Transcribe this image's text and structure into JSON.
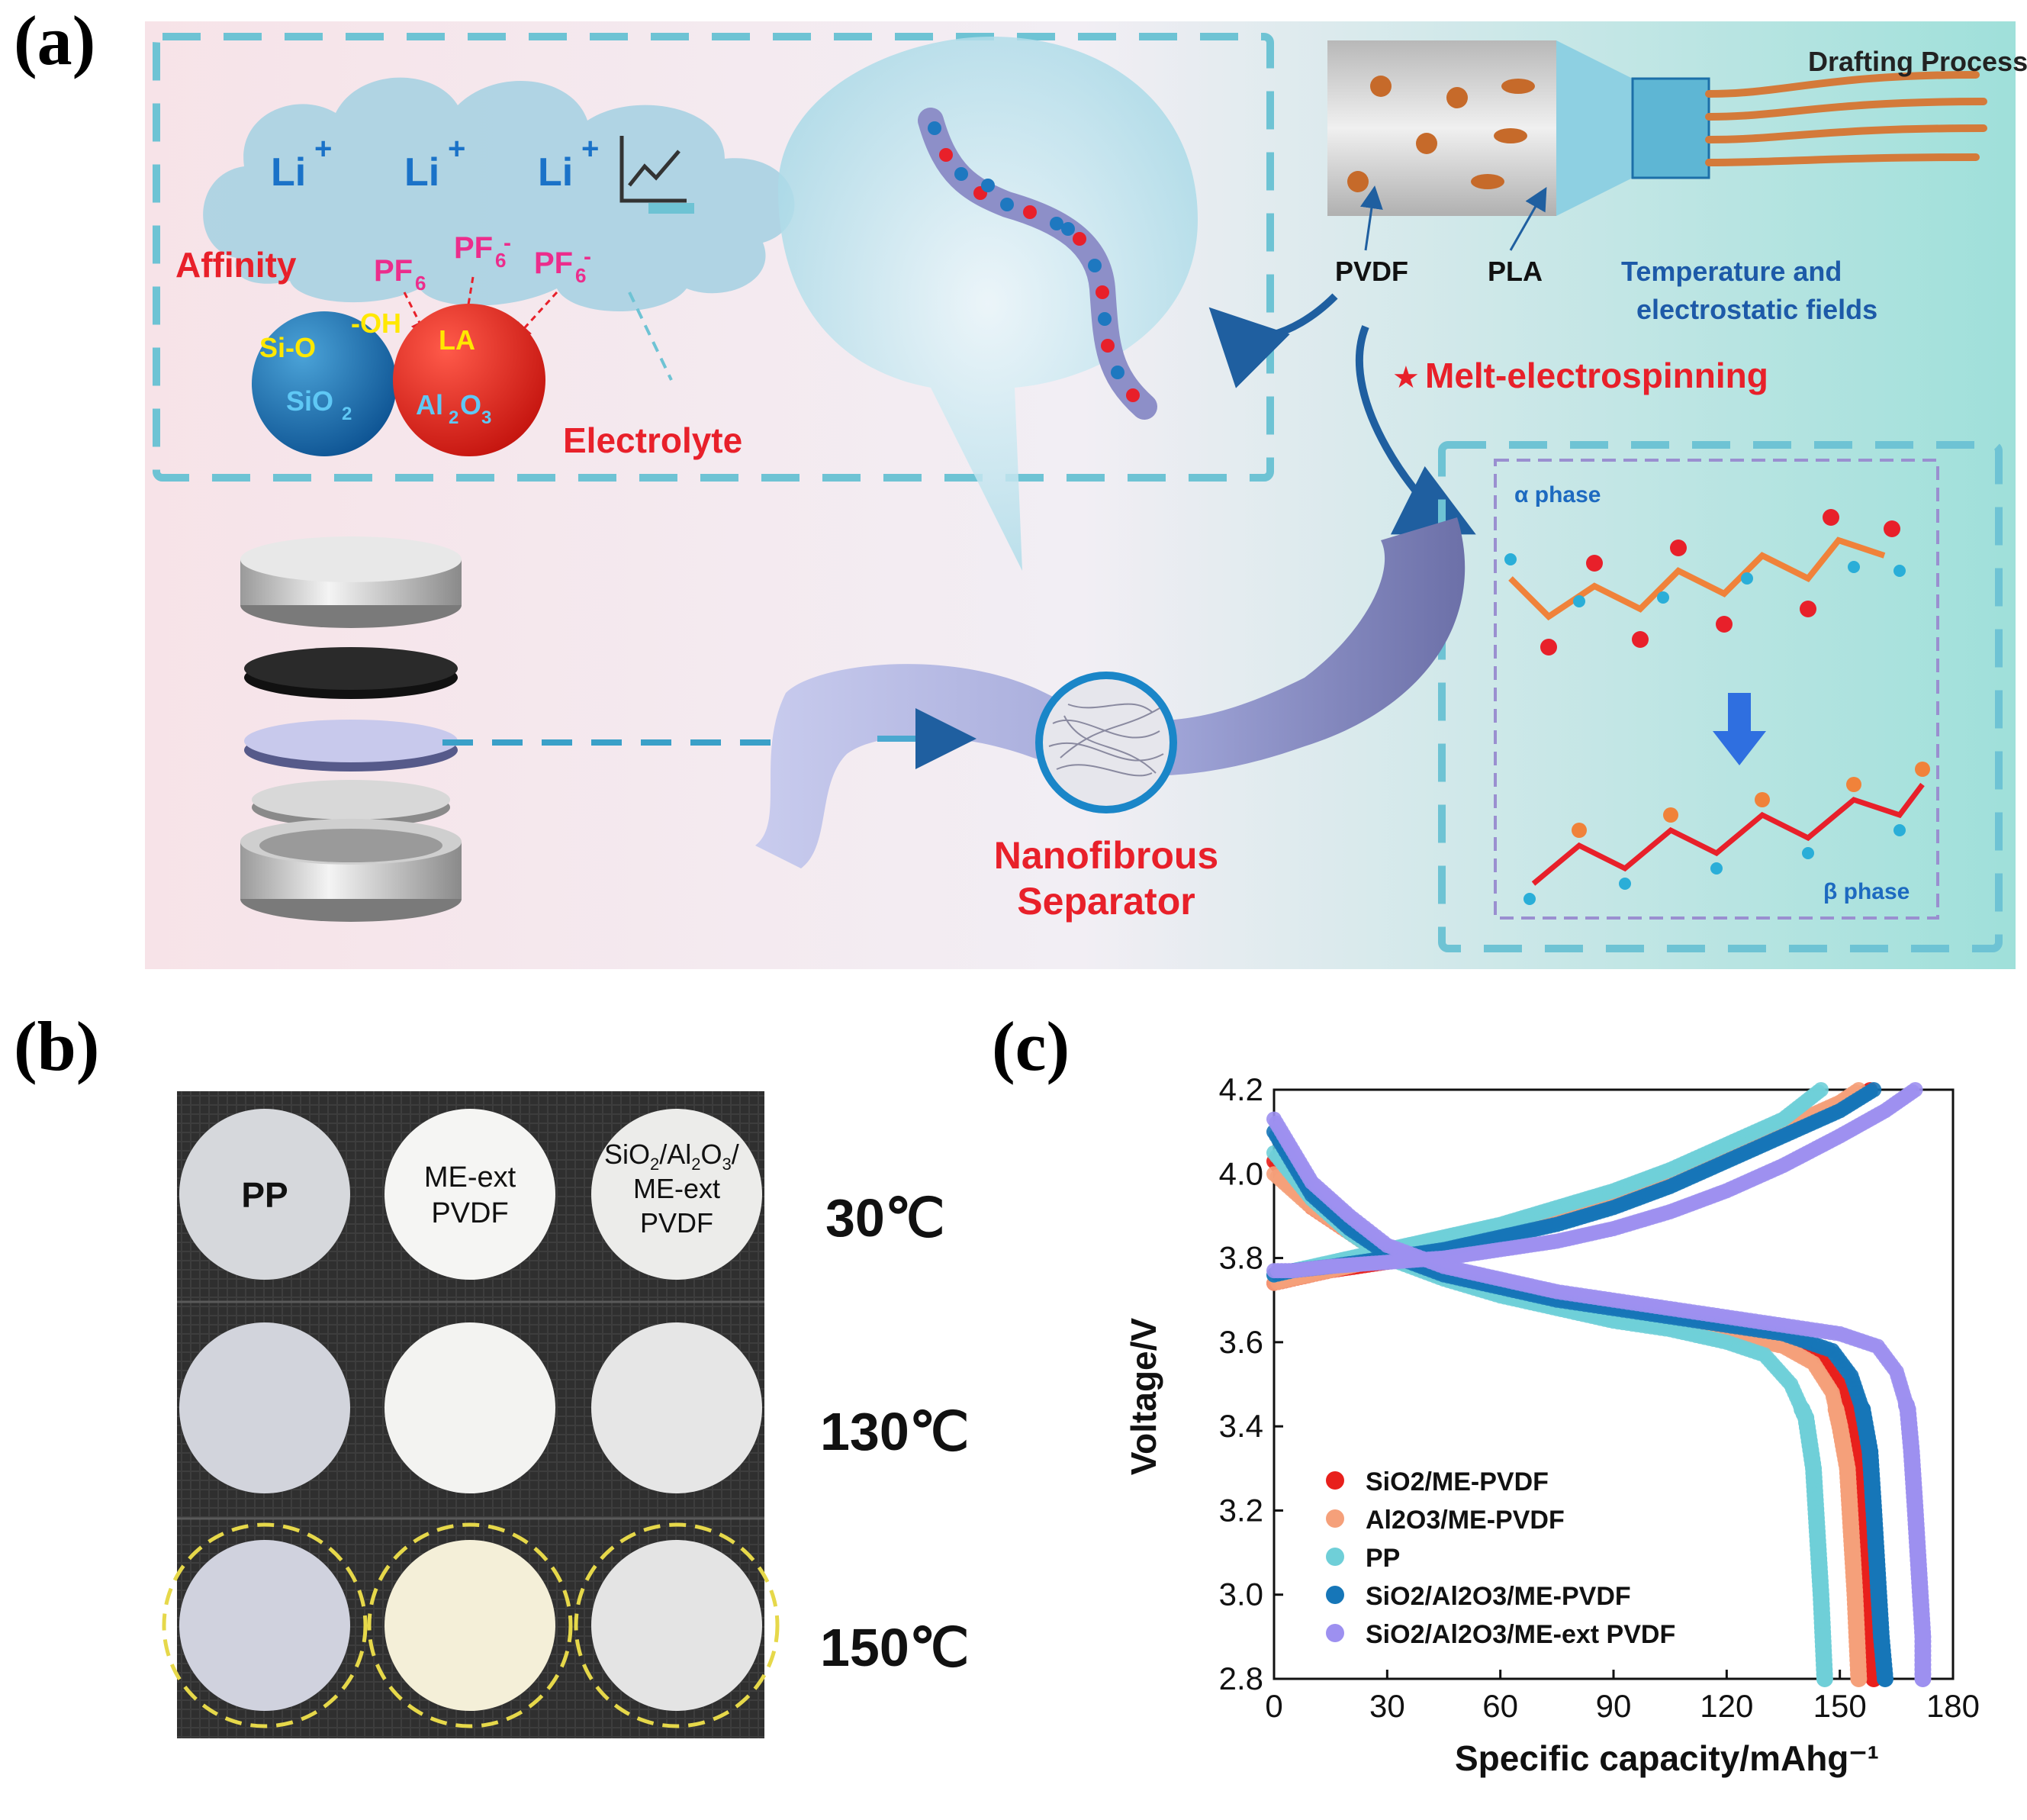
{
  "panel_a": {
    "letter": "(a)",
    "li_label": "Li",
    "li_plus": "+",
    "affinity": "Affinity",
    "pf6_1": "PF",
    "pf6_sub": "6",
    "pf6_sup": "-",
    "oh": "-OH",
    "sio": "Si-O",
    "sio2_base": "SiO",
    "sub2": "2",
    "la": "LA",
    "al_base": "Al",
    "o_base": "O",
    "sub3": "3",
    "electrolyte": "Electrolyte",
    "drafting": "Drafting Process",
    "pvdf": "PVDF",
    "pla": "PLA",
    "temp_line1": "Temperature and",
    "temp_line2": "electrostatic fields",
    "melt_star": "★",
    "melt": "Melt-electrospinning",
    "alpha": "α phase",
    "beta": "β phase",
    "nano_line1": "Nanofibrous",
    "nano_line2": "Separator"
  },
  "panel_b": {
    "letter": "(b)",
    "labels": {
      "pp": "PP",
      "me_ext_1": "ME-ext",
      "me_ext_2": "PVDF",
      "sioal_1": "SiO",
      "sioal_sub2": "2",
      "sioal_mid": "/Al",
      "sioal_sub2b": "2",
      "sioal_o": "O",
      "sioal_sub3": "3",
      "sioal_end": "/",
      "sioal_2": "ME-ext",
      "sioal_3": "PVDF"
    },
    "temps": [
      "30℃",
      "130℃",
      "150℃"
    ]
  },
  "panel_c": {
    "letter": "(c)"
  },
  "chart_data": {
    "type": "scatter",
    "xlabel": "Specific capacity/mAhg⁻¹",
    "ylabel": "Voltage/V",
    "xlim": [
      0,
      180
    ],
    "ylim": [
      2.8,
      4.2
    ],
    "xticks": [
      "0",
      "30",
      "60",
      "90",
      "120",
      "150",
      "180"
    ],
    "yticks": [
      "2.8",
      "3.0",
      "3.2",
      "3.4",
      "3.6",
      "3.8",
      "4.0",
      "4.2"
    ],
    "legend_position": "bottom-left",
    "series": [
      {
        "name": "SiO2/ME-PVDF",
        "color": "#e8201c",
        "charge": [
          [
            0,
            3.74
          ],
          [
            5,
            3.75
          ],
          [
            15,
            3.77
          ],
          [
            30,
            3.79
          ],
          [
            45,
            3.82
          ],
          [
            60,
            3.85
          ],
          [
            75,
            3.89
          ],
          [
            90,
            3.93
          ],
          [
            105,
            3.98
          ],
          [
            120,
            4.04
          ],
          [
            135,
            4.1
          ],
          [
            150,
            4.16
          ],
          [
            158,
            4.2
          ]
        ],
        "discharge": [
          [
            0,
            4.03
          ],
          [
            10,
            3.92
          ],
          [
            20,
            3.86
          ],
          [
            30,
            3.8
          ],
          [
            45,
            3.76
          ],
          [
            60,
            3.72
          ],
          [
            75,
            3.69
          ],
          [
            90,
            3.67
          ],
          [
            105,
            3.65
          ],
          [
            120,
            3.62
          ],
          [
            135,
            3.6
          ],
          [
            145,
            3.56
          ],
          [
            150,
            3.5
          ],
          [
            153,
            3.44
          ],
          [
            155,
            3.36
          ],
          [
            156,
            3.25
          ],
          [
            157,
            3.1
          ],
          [
            158,
            2.95
          ],
          [
            159,
            2.8
          ]
        ]
      },
      {
        "name": "Al2O3/ME-PVDF",
        "color": "#f5a07a",
        "charge": [
          [
            0,
            3.74
          ],
          [
            5,
            3.75
          ],
          [
            15,
            3.77
          ],
          [
            30,
            3.8
          ],
          [
            45,
            3.82
          ],
          [
            60,
            3.86
          ],
          [
            75,
            3.89
          ],
          [
            90,
            3.94
          ],
          [
            105,
            3.99
          ],
          [
            120,
            4.05
          ],
          [
            135,
            4.11
          ],
          [
            150,
            4.17
          ],
          [
            155,
            4.2
          ]
        ],
        "discharge": [
          [
            0,
            4.0
          ],
          [
            10,
            3.92
          ],
          [
            20,
            3.86
          ],
          [
            30,
            3.8
          ],
          [
            45,
            3.76
          ],
          [
            60,
            3.72
          ],
          [
            75,
            3.69
          ],
          [
            90,
            3.67
          ],
          [
            105,
            3.65
          ],
          [
            120,
            3.62
          ],
          [
            135,
            3.59
          ],
          [
            143,
            3.55
          ],
          [
            148,
            3.48
          ],
          [
            150,
            3.4
          ],
          [
            152,
            3.3
          ],
          [
            153,
            3.15
          ],
          [
            154,
            3.0
          ],
          [
            155,
            2.8
          ]
        ]
      },
      {
        "name": "PP",
        "color": "#6fcfd8",
        "charge": [
          [
            0,
            3.76
          ],
          [
            5,
            3.77
          ],
          [
            15,
            3.79
          ],
          [
            30,
            3.82
          ],
          [
            45,
            3.85
          ],
          [
            60,
            3.88
          ],
          [
            75,
            3.92
          ],
          [
            90,
            3.96
          ],
          [
            105,
            4.01
          ],
          [
            120,
            4.07
          ],
          [
            135,
            4.13
          ],
          [
            145,
            4.2
          ]
        ],
        "discharge": [
          [
            0,
            4.05
          ],
          [
            10,
            3.94
          ],
          [
            20,
            3.86
          ],
          [
            30,
            3.8
          ],
          [
            45,
            3.75
          ],
          [
            60,
            3.71
          ],
          [
            75,
            3.68
          ],
          [
            90,
            3.65
          ],
          [
            105,
            3.63
          ],
          [
            120,
            3.6
          ],
          [
            130,
            3.57
          ],
          [
            137,
            3.5
          ],
          [
            141,
            3.42
          ],
          [
            143,
            3.3
          ],
          [
            144,
            3.15
          ],
          [
            145,
            3.0
          ],
          [
            146,
            2.8
          ]
        ]
      },
      {
        "name": "SiO2/Al2O3/ME-PVDF",
        "color": "#1676b8",
        "charge": [
          [
            0,
            3.76
          ],
          [
            5,
            3.77
          ],
          [
            15,
            3.78
          ],
          [
            30,
            3.8
          ],
          [
            45,
            3.82
          ],
          [
            60,
            3.85
          ],
          [
            75,
            3.88
          ],
          [
            90,
            3.92
          ],
          [
            105,
            3.97
          ],
          [
            120,
            4.03
          ],
          [
            135,
            4.09
          ],
          [
            150,
            4.15
          ],
          [
            159,
            4.2
          ]
        ],
        "discharge": [
          [
            0,
            4.1
          ],
          [
            10,
            3.95
          ],
          [
            20,
            3.87
          ],
          [
            30,
            3.81
          ],
          [
            45,
            3.76
          ],
          [
            60,
            3.73
          ],
          [
            75,
            3.7
          ],
          [
            90,
            3.68
          ],
          [
            105,
            3.66
          ],
          [
            120,
            3.64
          ],
          [
            135,
            3.62
          ],
          [
            148,
            3.58
          ],
          [
            153,
            3.52
          ],
          [
            156,
            3.44
          ],
          [
            158,
            3.34
          ],
          [
            159,
            3.2
          ],
          [
            160,
            3.05
          ],
          [
            161,
            2.9
          ],
          [
            162,
            2.8
          ]
        ]
      },
      {
        "name": "SiO2/Al2O3/ME-ext PVDF",
        "color": "#9d90f0",
        "charge": [
          [
            0,
            3.77
          ],
          [
            5,
            3.77
          ],
          [
            15,
            3.78
          ],
          [
            30,
            3.79
          ],
          [
            45,
            3.8
          ],
          [
            60,
            3.82
          ],
          [
            75,
            3.84
          ],
          [
            90,
            3.87
          ],
          [
            105,
            3.91
          ],
          [
            120,
            3.96
          ],
          [
            135,
            4.02
          ],
          [
            150,
            4.09
          ],
          [
            162,
            4.15
          ],
          [
            170,
            4.2
          ]
        ],
        "discharge": [
          [
            0,
            4.13
          ],
          [
            10,
            3.98
          ],
          [
            20,
            3.9
          ],
          [
            30,
            3.83
          ],
          [
            45,
            3.78
          ],
          [
            60,
            3.75
          ],
          [
            75,
            3.72
          ],
          [
            90,
            3.7
          ],
          [
            105,
            3.68
          ],
          [
            120,
            3.66
          ],
          [
            135,
            3.64
          ],
          [
            150,
            3.62
          ],
          [
            160,
            3.59
          ],
          [
            165,
            3.53
          ],
          [
            168,
            3.44
          ],
          [
            169,
            3.34
          ],
          [
            170,
            3.2
          ],
          [
            171,
            3.05
          ],
          [
            172,
            2.9
          ],
          [
            172,
            2.8
          ]
        ]
      }
    ]
  }
}
